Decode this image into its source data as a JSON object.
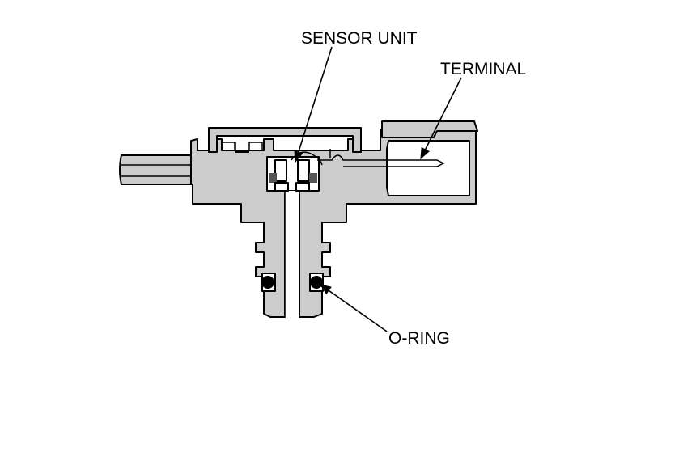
{
  "labels": {
    "sensor_unit": "SENSOR UNIT",
    "terminal": "TERMINAL",
    "o_ring": "O-RING"
  },
  "colors": {
    "body": "#cccccc",
    "line": "#000000",
    "seal": "#555555",
    "background": "#ffffff"
  }
}
